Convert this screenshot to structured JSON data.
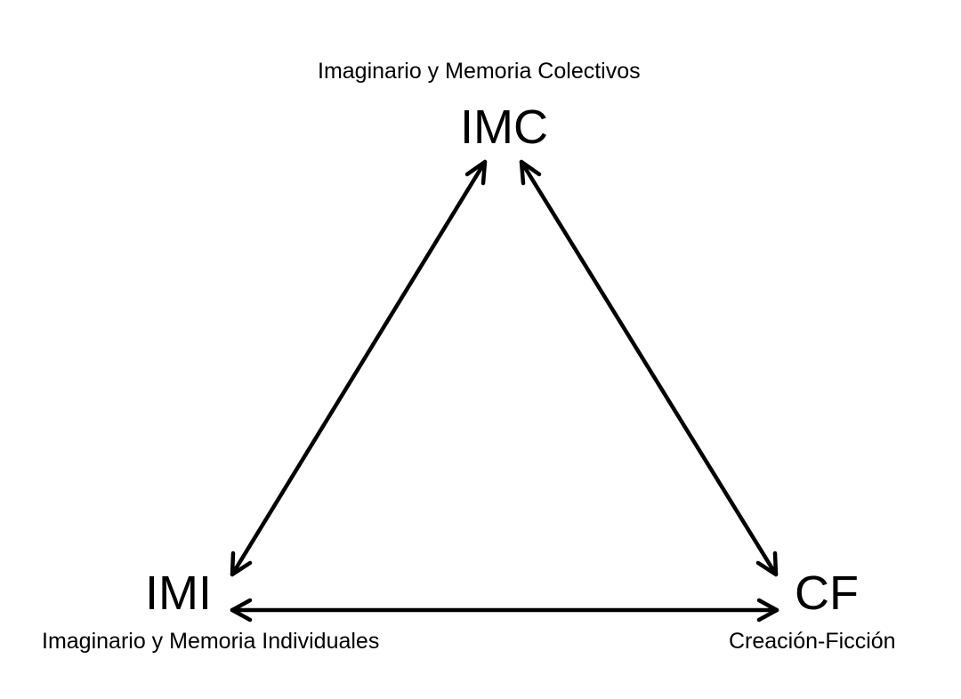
{
  "nodes": {
    "top": {
      "abbr": "IMC",
      "label": "Imaginario y Memoria Colectivos"
    },
    "left": {
      "abbr": "IMI",
      "label": "Imaginario y Memoria Individuales"
    },
    "right": {
      "abbr": "CF",
      "label": "Creación-Ficción"
    }
  },
  "edges": [
    {
      "from": "IMC",
      "to": "IMI",
      "bidirectional": true
    },
    {
      "from": "IMC",
      "to": "CF",
      "bidirectional": true
    },
    {
      "from": "IMI",
      "to": "CF",
      "bidirectional": true
    }
  ],
  "colors": {
    "stroke": "#000000",
    "background": "#ffffff"
  }
}
